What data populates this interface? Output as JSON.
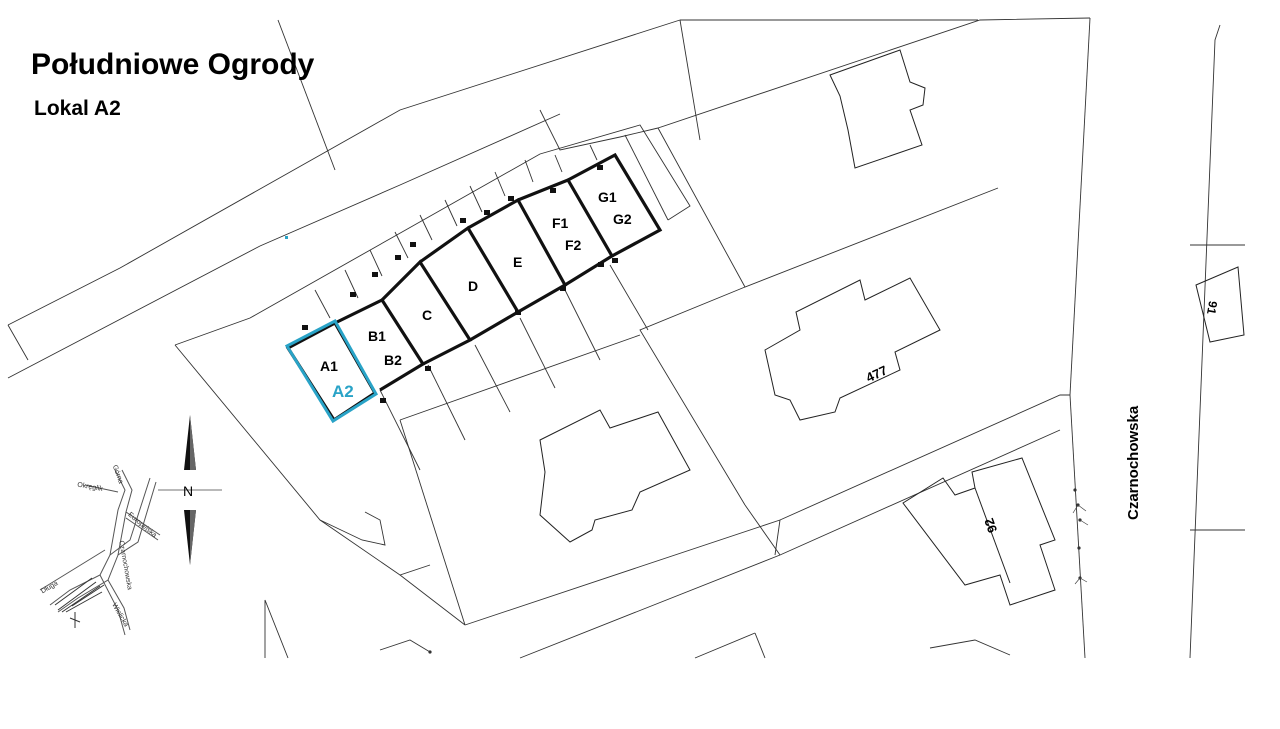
{
  "header": {
    "title": "Południowe Ogrody",
    "subtitle": "Lokal A2"
  },
  "units": {
    "A1": "A1",
    "A2": "A2",
    "B1": "B1",
    "B2": "B2",
    "C": "C",
    "D": "D",
    "E": "E",
    "F1": "F1",
    "F2": "F2",
    "G1": "G1",
    "G2": "G2"
  },
  "highlight": {
    "unit": "A2",
    "color": "#29a3c7"
  },
  "buildings": {
    "b477": "477",
    "b91": "91",
    "b92": "92"
  },
  "street": {
    "name": "Czarnochowska"
  },
  "locator": {
    "north": "N",
    "streets": {
      "gorna": "Górna",
      "okreglik": "Okręglik",
      "europejska": "Europejska",
      "czarnochowska": "Czarnochowska",
      "dluga": "Długa",
      "wielicka": "Wielicka"
    }
  }
}
